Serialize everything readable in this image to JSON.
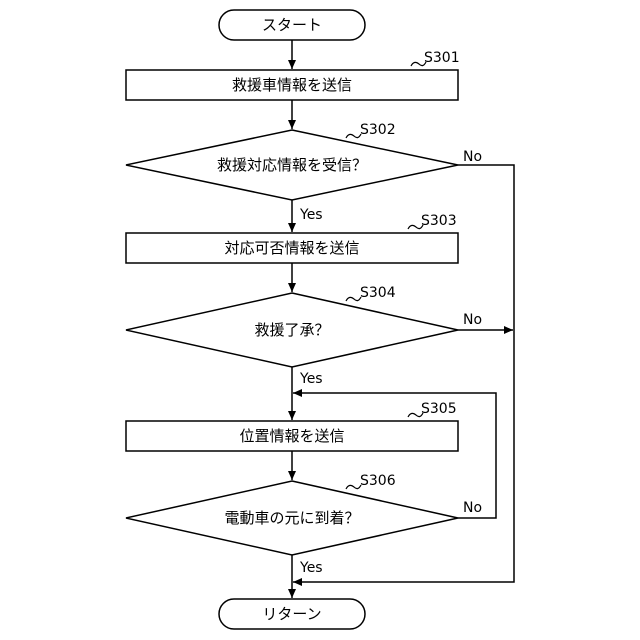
{
  "diagram": {
    "start": "スタート",
    "end": "リターン",
    "steps": [
      {
        "id": "S301",
        "text": "救援車情報を送信"
      },
      {
        "id": "S302",
        "text": "救援対応情報を受信？"
      },
      {
        "id": "S303",
        "text": "対応可否情報を送信"
      },
      {
        "id": "S304",
        "text": "救援了承？"
      },
      {
        "id": "S305",
        "text": "位置情報を送信"
      },
      {
        "id": "S306",
        "text": "電動車の元に到着？"
      }
    ],
    "yes_label": "Yes",
    "no_label": "No"
  }
}
